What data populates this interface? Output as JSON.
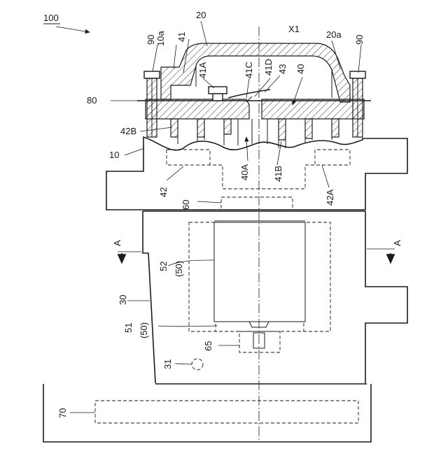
{
  "labels": {
    "assembly": "100",
    "case_top": "20",
    "case_top_edge": "20a",
    "body": "10",
    "body_edge": "10a",
    "plate": "41",
    "plate_a": "41A",
    "plate_b": "41B",
    "plate_c": "41C",
    "plate_d": "41D",
    "valve_assy": "40",
    "valve_a": "40A",
    "valve": "43",
    "channel": "42",
    "channel_a": "42A",
    "channel_b": "42B",
    "bolt_left": "90",
    "bolt_right": "90",
    "gasket": "80",
    "sensor": "60",
    "motor": "52",
    "motor_group": "(50)",
    "motor_lower": "51",
    "motor_lower_group": "(50)",
    "shaft_part": "65",
    "housing": "30",
    "port": "31",
    "board": "70",
    "axis": "X1",
    "section_left": "A",
    "section_right": "A"
  }
}
